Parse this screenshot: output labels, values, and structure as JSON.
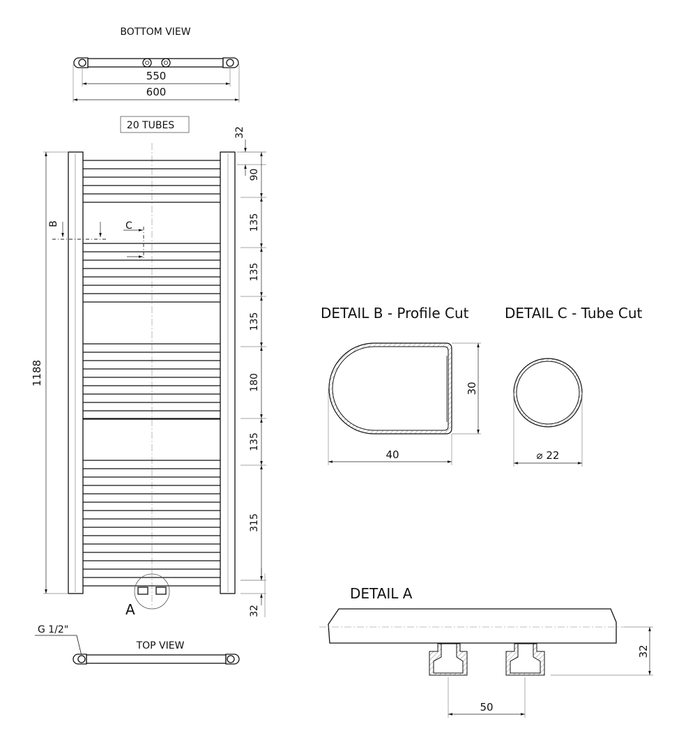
{
  "bottom_view": {
    "title": "BOTTOM VIEW",
    "dim_inner": "550",
    "dim_outer": "600"
  },
  "front_view": {
    "tubes_label": "20 TUBES",
    "height_dim": "1188",
    "section_b": "B",
    "section_c": "C",
    "detail_a_marker": "A",
    "spacing_dims": [
      "32",
      "90",
      "135",
      "135",
      "135",
      "180",
      "135",
      "315",
      "32"
    ]
  },
  "top_view": {
    "title": "TOP VIEW",
    "thread_label": "G 1/2\""
  },
  "detail_b": {
    "title": "DETAIL B - Profile Cut",
    "width_dim": "40",
    "height_dim": "30"
  },
  "detail_c": {
    "title": "DETAIL C - Tube Cut",
    "diameter_dim": "⌀ 22"
  },
  "detail_a": {
    "title": "DETAIL  A",
    "spacing_dim": "50",
    "height_dim": "32"
  }
}
